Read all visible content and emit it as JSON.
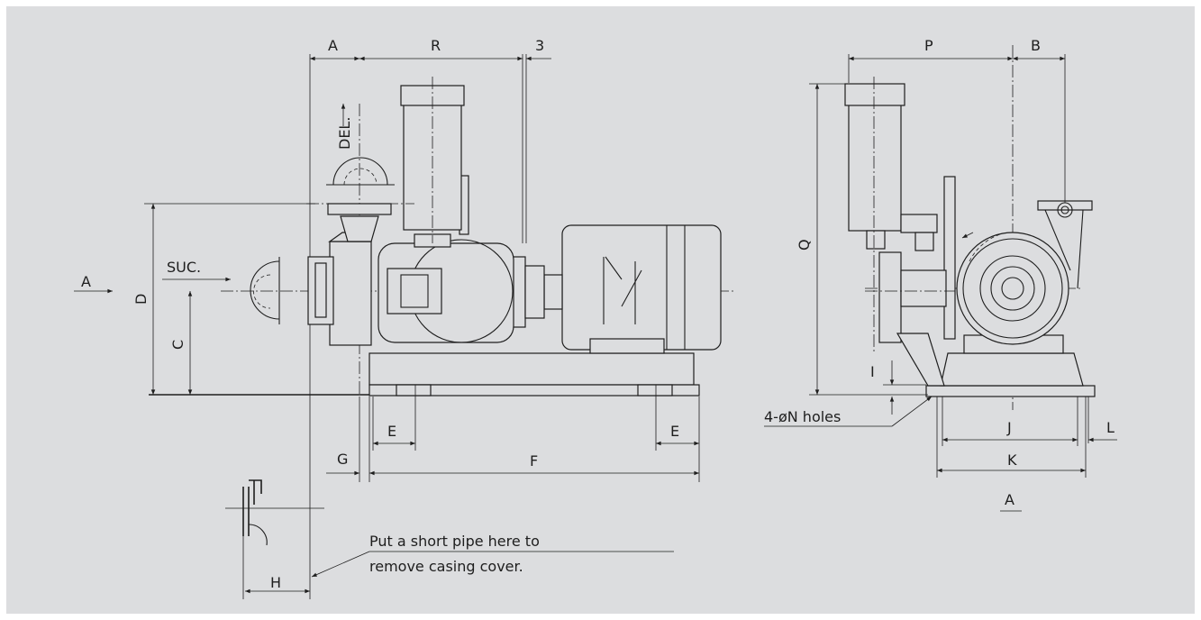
{
  "labels": {
    "dim_A": "A",
    "dim_R": "R",
    "dim_3": "3",
    "dim_P": "P",
    "dim_B": "B",
    "dim_Q": "Q",
    "dim_D": "D",
    "dim_C": "C",
    "dim_E_left": "E",
    "dim_E_right": "E",
    "dim_F": "F",
    "dim_G": "G",
    "dim_H": "H",
    "dim_I": "I",
    "dim_J": "J",
    "dim_K": "K",
    "dim_L": "L",
    "arrow_view": "A",
    "view_label": "A",
    "suction": "SUC.",
    "delivery": "DEL.",
    "holes": "4-øN holes",
    "note_line1": "Put a short pipe here to",
    "note_line2": "remove casing cover."
  },
  "colors": {
    "background": "#dcdddf",
    "line": "#1e1e1e"
  }
}
